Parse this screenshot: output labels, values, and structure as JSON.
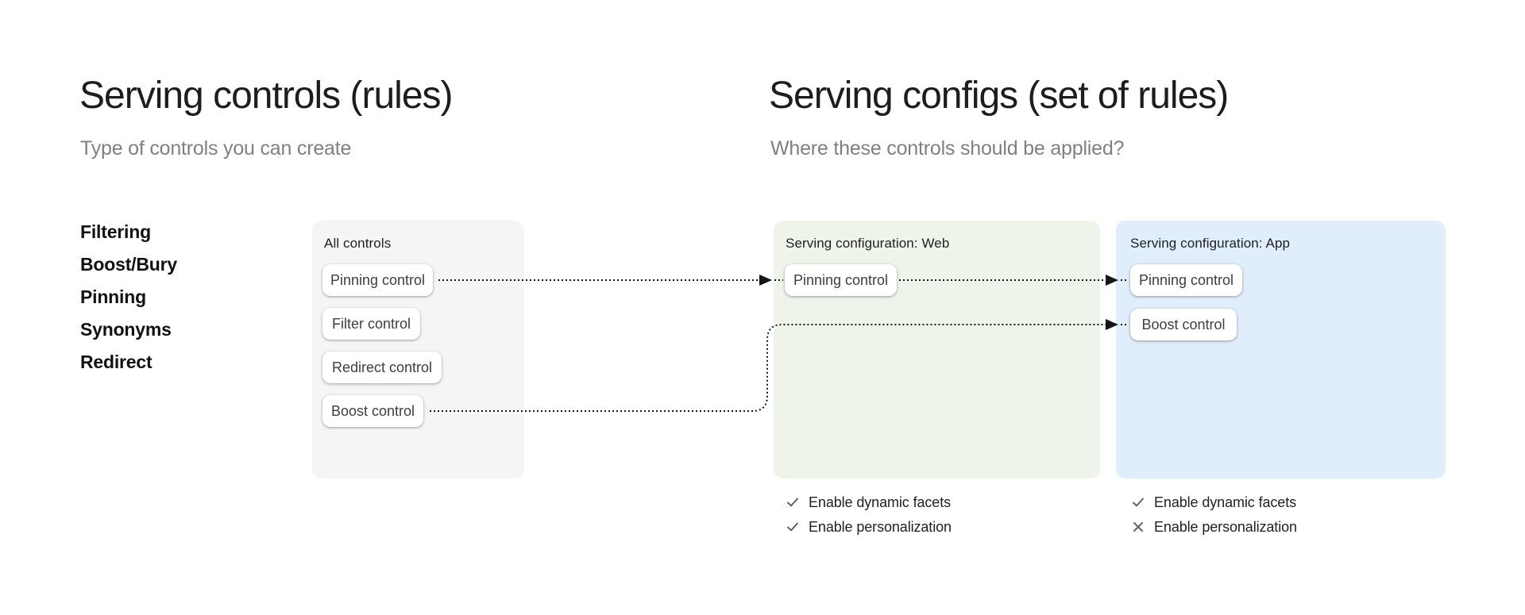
{
  "left_section": {
    "title": "Serving controls (rules)",
    "subtitle": "Type of controls you can create",
    "control_types": [
      "Filtering",
      "Boost/Bury",
      "Pinning",
      "Synonyms",
      "Redirect"
    ],
    "all_controls_panel": {
      "label": "All controls",
      "controls": [
        "Pinning control",
        "Filter control",
        "Redirect control",
        "Boost control"
      ]
    }
  },
  "right_section": {
    "title": "Serving configs (set of rules)",
    "subtitle": "Where these controls should be applied?",
    "web_panel": {
      "label": "Serving configuration: Web",
      "controls": [
        "Pinning control"
      ],
      "features": [
        {
          "name": "Enable dynamic facets",
          "status": "enabled",
          "icon": "check-icon"
        },
        {
          "name": "Enable personalization",
          "status": "enabled",
          "icon": "check-icon"
        }
      ]
    },
    "app_panel": {
      "label": "Serving configuration: App",
      "controls": [
        "Pinning control",
        "Boost control"
      ],
      "features": [
        {
          "name": "Enable dynamic facets",
          "status": "enabled",
          "icon": "check-icon"
        },
        {
          "name": "Enable personalization",
          "status": "disabled",
          "icon": "x-icon"
        }
      ]
    }
  },
  "colors": {
    "all_controls_bg": "#F5F5F5",
    "web_bg": "#EEF4E9",
    "app_bg": "#E0EDFA",
    "title": "#1D1D1D",
    "subtitle": "#7E8184",
    "chip_text": "#3C4043",
    "icon_gray": "#5F6368",
    "arrow": "#161616"
  }
}
